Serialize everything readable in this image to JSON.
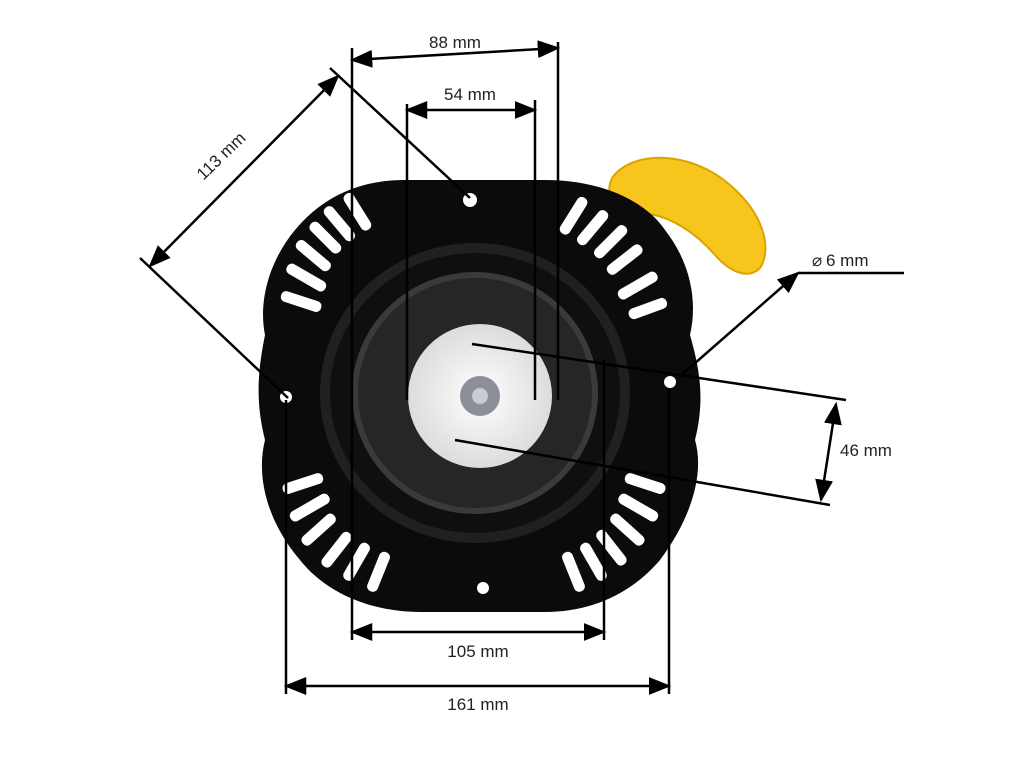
{
  "dimensions": {
    "top_outer": "88 mm",
    "top_inner": "54 mm",
    "diagonal": "113 mm",
    "hole": "6 mm",
    "hole_symbol": "⌀",
    "offset": "46 mm",
    "bottom_inner": "105 mm",
    "bottom_outer": "161 mm"
  },
  "colors": {
    "housing": "#0b0b0c",
    "slot": "#ffffff",
    "handle": "#f7c51c",
    "dimension_line": "#000000",
    "center": "#f2f2f2"
  }
}
